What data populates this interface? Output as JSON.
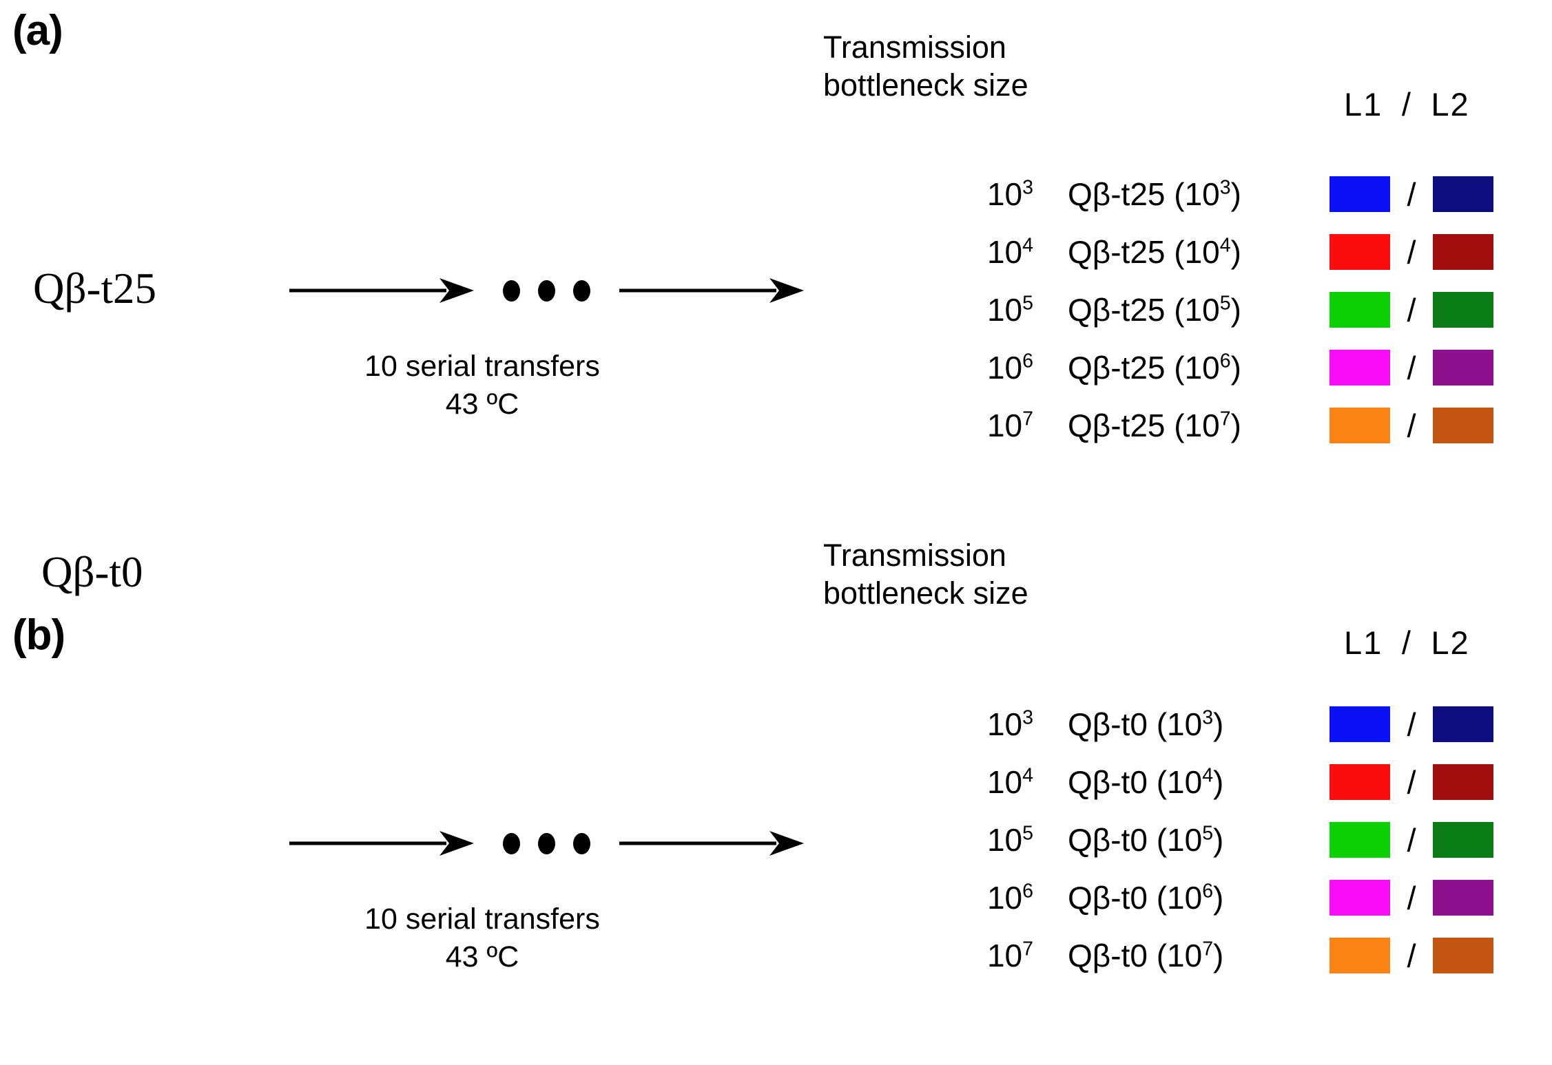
{
  "figure": {
    "background": "#ffffff",
    "panels": [
      {
        "letter": "(a)",
        "lineage": "Qβ-t25",
        "caption_line1": "10 serial transfers",
        "caption_line2": "43 ºC",
        "legend_title_line1": "Transmission",
        "legend_title_line2": "bottleneck size",
        "column_header": "L1  /  L2",
        "header_l1": "L1",
        "header_slash": "/",
        "header_l2": "L2",
        "rows": [
          {
            "exponent_base": "10",
            "exponent": "3",
            "label_prefix": "Qβ-t25 (10",
            "label_exp": "3",
            "label_suffix": ")",
            "l1_color": "#0a12f5",
            "l2_color": "#0e0d80"
          },
          {
            "exponent_base": "10",
            "exponent": "4",
            "label_prefix": "Qβ-t25 (10",
            "label_exp": "4",
            "label_suffix": ")",
            "l1_color": "#fb0d0d",
            "l2_color": "#a20d0d"
          },
          {
            "exponent_base": "10",
            "exponent": "5",
            "label_prefix": "Qβ-t25 (10",
            "label_exp": "5",
            "label_suffix": ")",
            "l1_color": "#0ccf05",
            "l2_color": "#0a7c16"
          },
          {
            "exponent_base": "10",
            "exponent": "6",
            "label_prefix": "Qβ-t25 (10",
            "label_exp": "6",
            "label_suffix": ")",
            "l1_color": "#f90df9",
            "l2_color": "#8f108f"
          },
          {
            "exponent_base": "10",
            "exponent": "7",
            "label_prefix": "Qβ-t25 (10",
            "label_exp": "7",
            "label_suffix": ")",
            "l1_color": "#fb8214",
            "l2_color": "#c45611"
          }
        ]
      },
      {
        "letter": "(b)",
        "lineage": "Qβ-t0",
        "caption_line1": "10 serial transfers",
        "caption_line2": "43 ºC",
        "legend_title_line1": "Transmission",
        "legend_title_line2": "bottleneck size",
        "column_header": "L1  /  L2",
        "header_l1": "L1",
        "header_slash": "/",
        "header_l2": "L2",
        "rows": [
          {
            "exponent_base": "10",
            "exponent": "3",
            "label_prefix": "Qβ-t0 (10",
            "label_exp": "3",
            "label_suffix": ")",
            "l1_color": "#0a12f5",
            "l2_color": "#0e0d80"
          },
          {
            "exponent_base": "10",
            "exponent": "4",
            "label_prefix": "Qβ-t0 (10",
            "label_exp": "4",
            "label_suffix": ")",
            "l1_color": "#fb0d0d",
            "l2_color": "#a20d0d"
          },
          {
            "exponent_base": "10",
            "exponent": "5",
            "label_prefix": "Qβ-t0 (10",
            "label_exp": "5",
            "label_suffix": ")",
            "l1_color": "#0ccf05",
            "l2_color": "#0a7c16"
          },
          {
            "exponent_base": "10",
            "exponent": "6",
            "label_prefix": "Qβ-t0 (10",
            "label_exp": "6",
            "label_suffix": ")",
            "l1_color": "#f90df9",
            "l2_color": "#8f108f"
          },
          {
            "exponent_base": "10",
            "exponent": "7",
            "label_prefix": "Qβ-t0 (10",
            "label_exp": "7",
            "label_suffix": ")",
            "l1_color": "#fb8214",
            "l2_color": "#c45611"
          }
        ]
      }
    ]
  }
}
